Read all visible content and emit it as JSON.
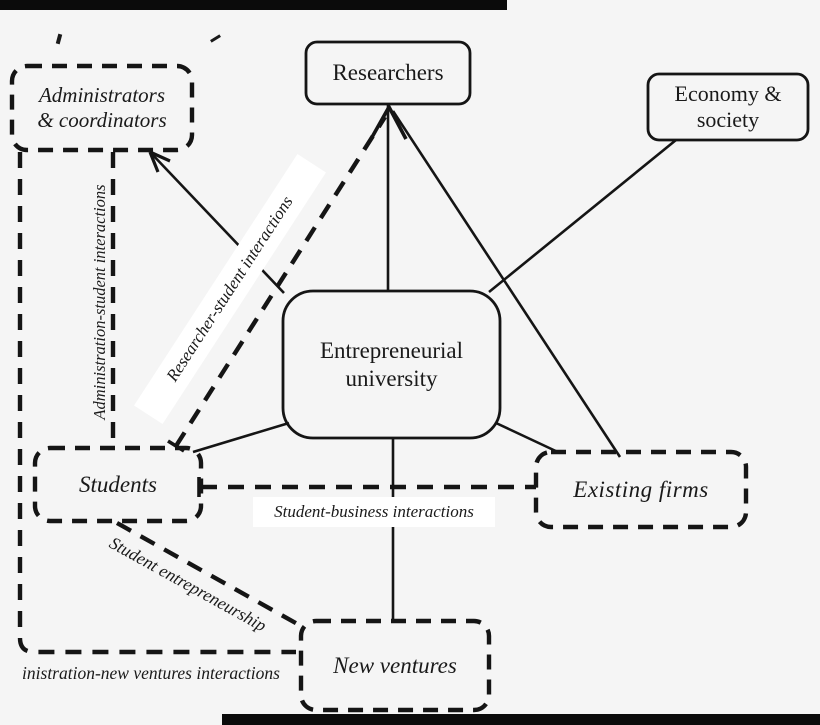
{
  "canvas": {
    "background_color": "#f5f5f5",
    "ink_color": "#1a1a1a",
    "label_band_color": "#ffffff"
  },
  "nodes": {
    "researchers": {
      "label": "Researchers",
      "border": "solid"
    },
    "administrators": {
      "line1": "Administrators",
      "line2": "& coordinators",
      "border": "dashed"
    },
    "economy": {
      "line1": "Economy &",
      "line2": "society",
      "border": "solid"
    },
    "university": {
      "line1": "Entrepreneurial",
      "line2": "university",
      "border": "solid"
    },
    "students": {
      "label": "Students",
      "border": "dashed"
    },
    "existing_firms": {
      "label": "Existing firms",
      "border": "dashed"
    },
    "new_ventures": {
      "label": "New ventures",
      "border": "dashed"
    }
  },
  "edge_labels": {
    "admin_student": "Administration-student interactions",
    "researcher_student": "Researcher-student interactions",
    "student_business": "Student-business interactions",
    "student_entrepreneurship": "Student entrepreneurship",
    "admin_new_ventures": "inistration-new ventures interactions"
  }
}
